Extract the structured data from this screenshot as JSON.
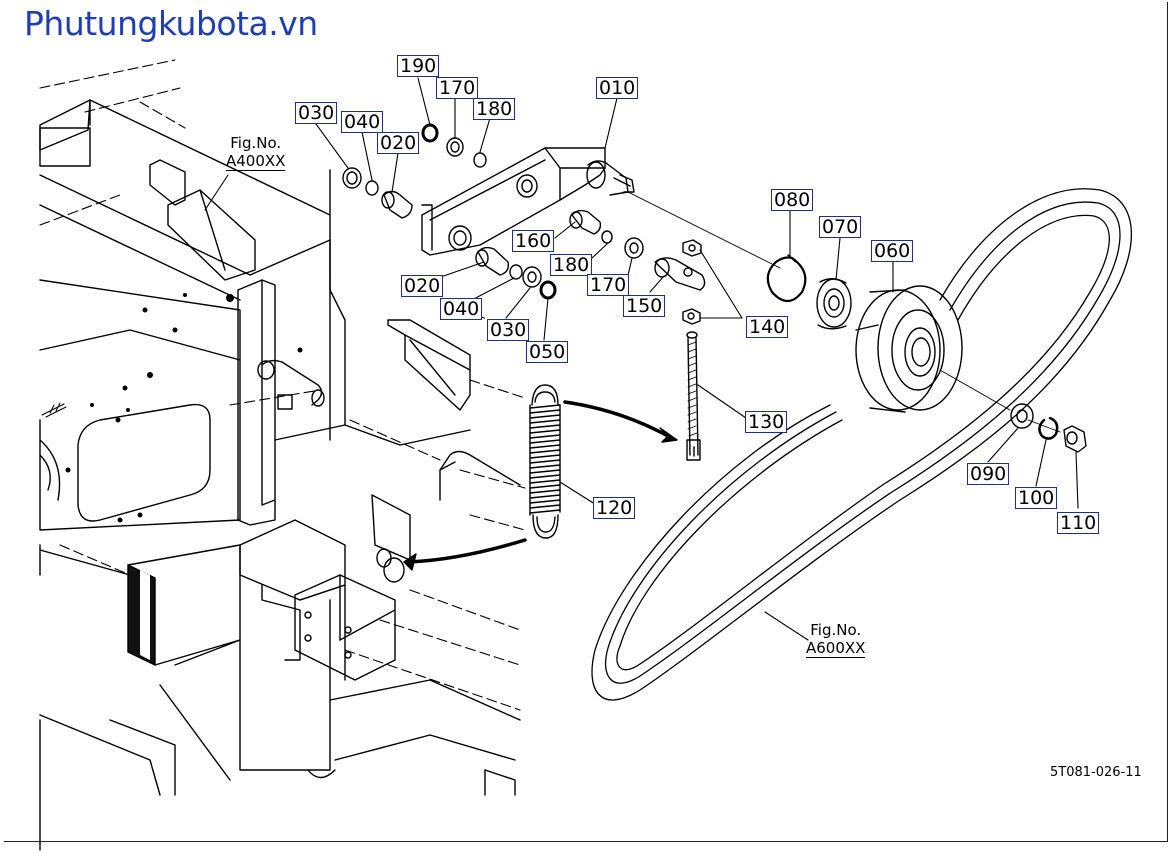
{
  "watermark": "Phutungkubota.vn",
  "document_id": "5T081-026-11",
  "figure_refs": [
    {
      "line1": "Fig.No.",
      "line2": "A400XX"
    },
    {
      "line1": "Fig.No.",
      "line2": "A600XX"
    }
  ],
  "callouts": [
    "190",
    "170",
    "180",
    "030",
    "040",
    "020",
    "010",
    "160",
    "180",
    "170",
    "020",
    "040",
    "150",
    "030",
    "050",
    "140",
    "080",
    "070",
    "060",
    "130",
    "120",
    "090",
    "100",
    "110"
  ],
  "colors": {
    "callout_border": "#1a2d9c",
    "watermark": "#1e3fb4",
    "line": "#000000"
  }
}
